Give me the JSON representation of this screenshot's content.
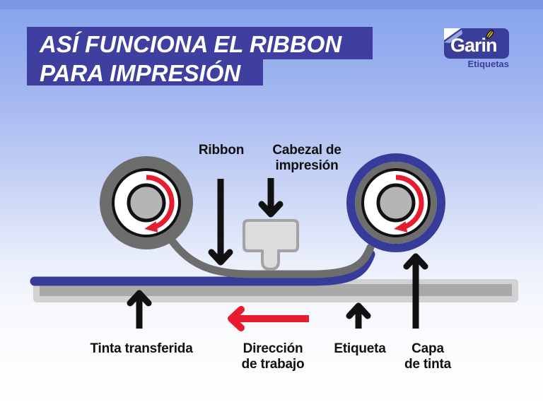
{
  "header": {
    "title_line1": "ASÍ FUNCIONA EL RIBBON",
    "title_line2": "PARA IMPRESIÓN"
  },
  "logo": {
    "brand": "Garin",
    "tagline": "Etiquetas"
  },
  "diagram": {
    "labels": {
      "ribbon": "Ribbon",
      "printhead_line1": "Cabezal de",
      "printhead_line2": "impresión",
      "transferred_ink": "Tinta transferida",
      "work_direction_line1": "Dirección",
      "work_direction_line2": "de trabajo",
      "label": "Etiqueta",
      "ink_layer_line1": "Capa",
      "ink_layer_line2": "de tinta"
    }
  },
  "colors": {
    "indigo": "#3e3f9e",
    "ribbon_ink_blue": "#373c9b",
    "ribbon_gray": "#6d6d6d",
    "roll_core_gray": "#b5b5b5",
    "label_strip_gray": "#a9a9a9",
    "liner_gray": "#d2d2d2",
    "printhead_gray": "#dcdcdc",
    "accent_red": "#e81c2e",
    "arrow_black": "#111111",
    "logo_gold": "#d9b821",
    "background_blue_top": "#87a3ec",
    "background_bottom": "#ffffff"
  }
}
